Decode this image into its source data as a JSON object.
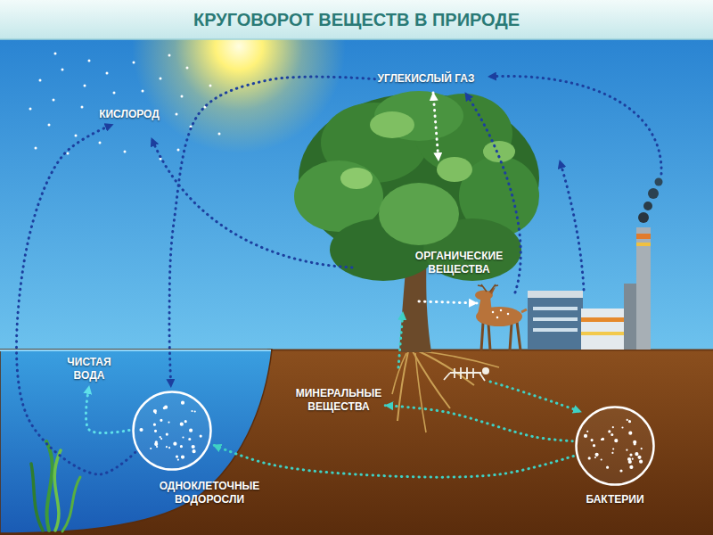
{
  "diagram": {
    "title": "КРУГОВОРОТ ВЕЩЕСТВ В ПРИРОДЕ",
    "nodes": [
      {
        "text": [
          "УГЛЕКИСЛЫЙ ГАЗ"
        ]
      },
      {
        "text": [
          "КИСЛОРОД"
        ]
      },
      {
        "text": [
          "ОРГАНИЧЕСКИЕ ВЕЩЕСТВА"
        ]
      },
      {
        "text": [
          "ЧИСТАЯ ВОДА"
        ]
      },
      {
        "text": [
          "МИНЕРАЛЬНЫЕ ВЕЩЕСТВА"
        ]
      },
      {
        "text": [
          "ОДНОКЛЕТОЧНЫЕ ВОДОРОСЛИ"
        ]
      },
      {
        "text": [
          "БАКТЕРИИ"
        ]
      }
    ],
    "edges": [
      {
        "from": 0,
        "to": 5,
        "arrow": "to"
      },
      {
        "from": 5,
        "to": 1,
        "arrow": "to"
      },
      {
        "from": 5,
        "to": 3,
        "arrow": "to"
      },
      {
        "from": 6,
        "to": 4,
        "arrow": "to"
      },
      {
        "from": 6,
        "to": 5,
        "arrow": "to"
      }
    ]
  }
}
